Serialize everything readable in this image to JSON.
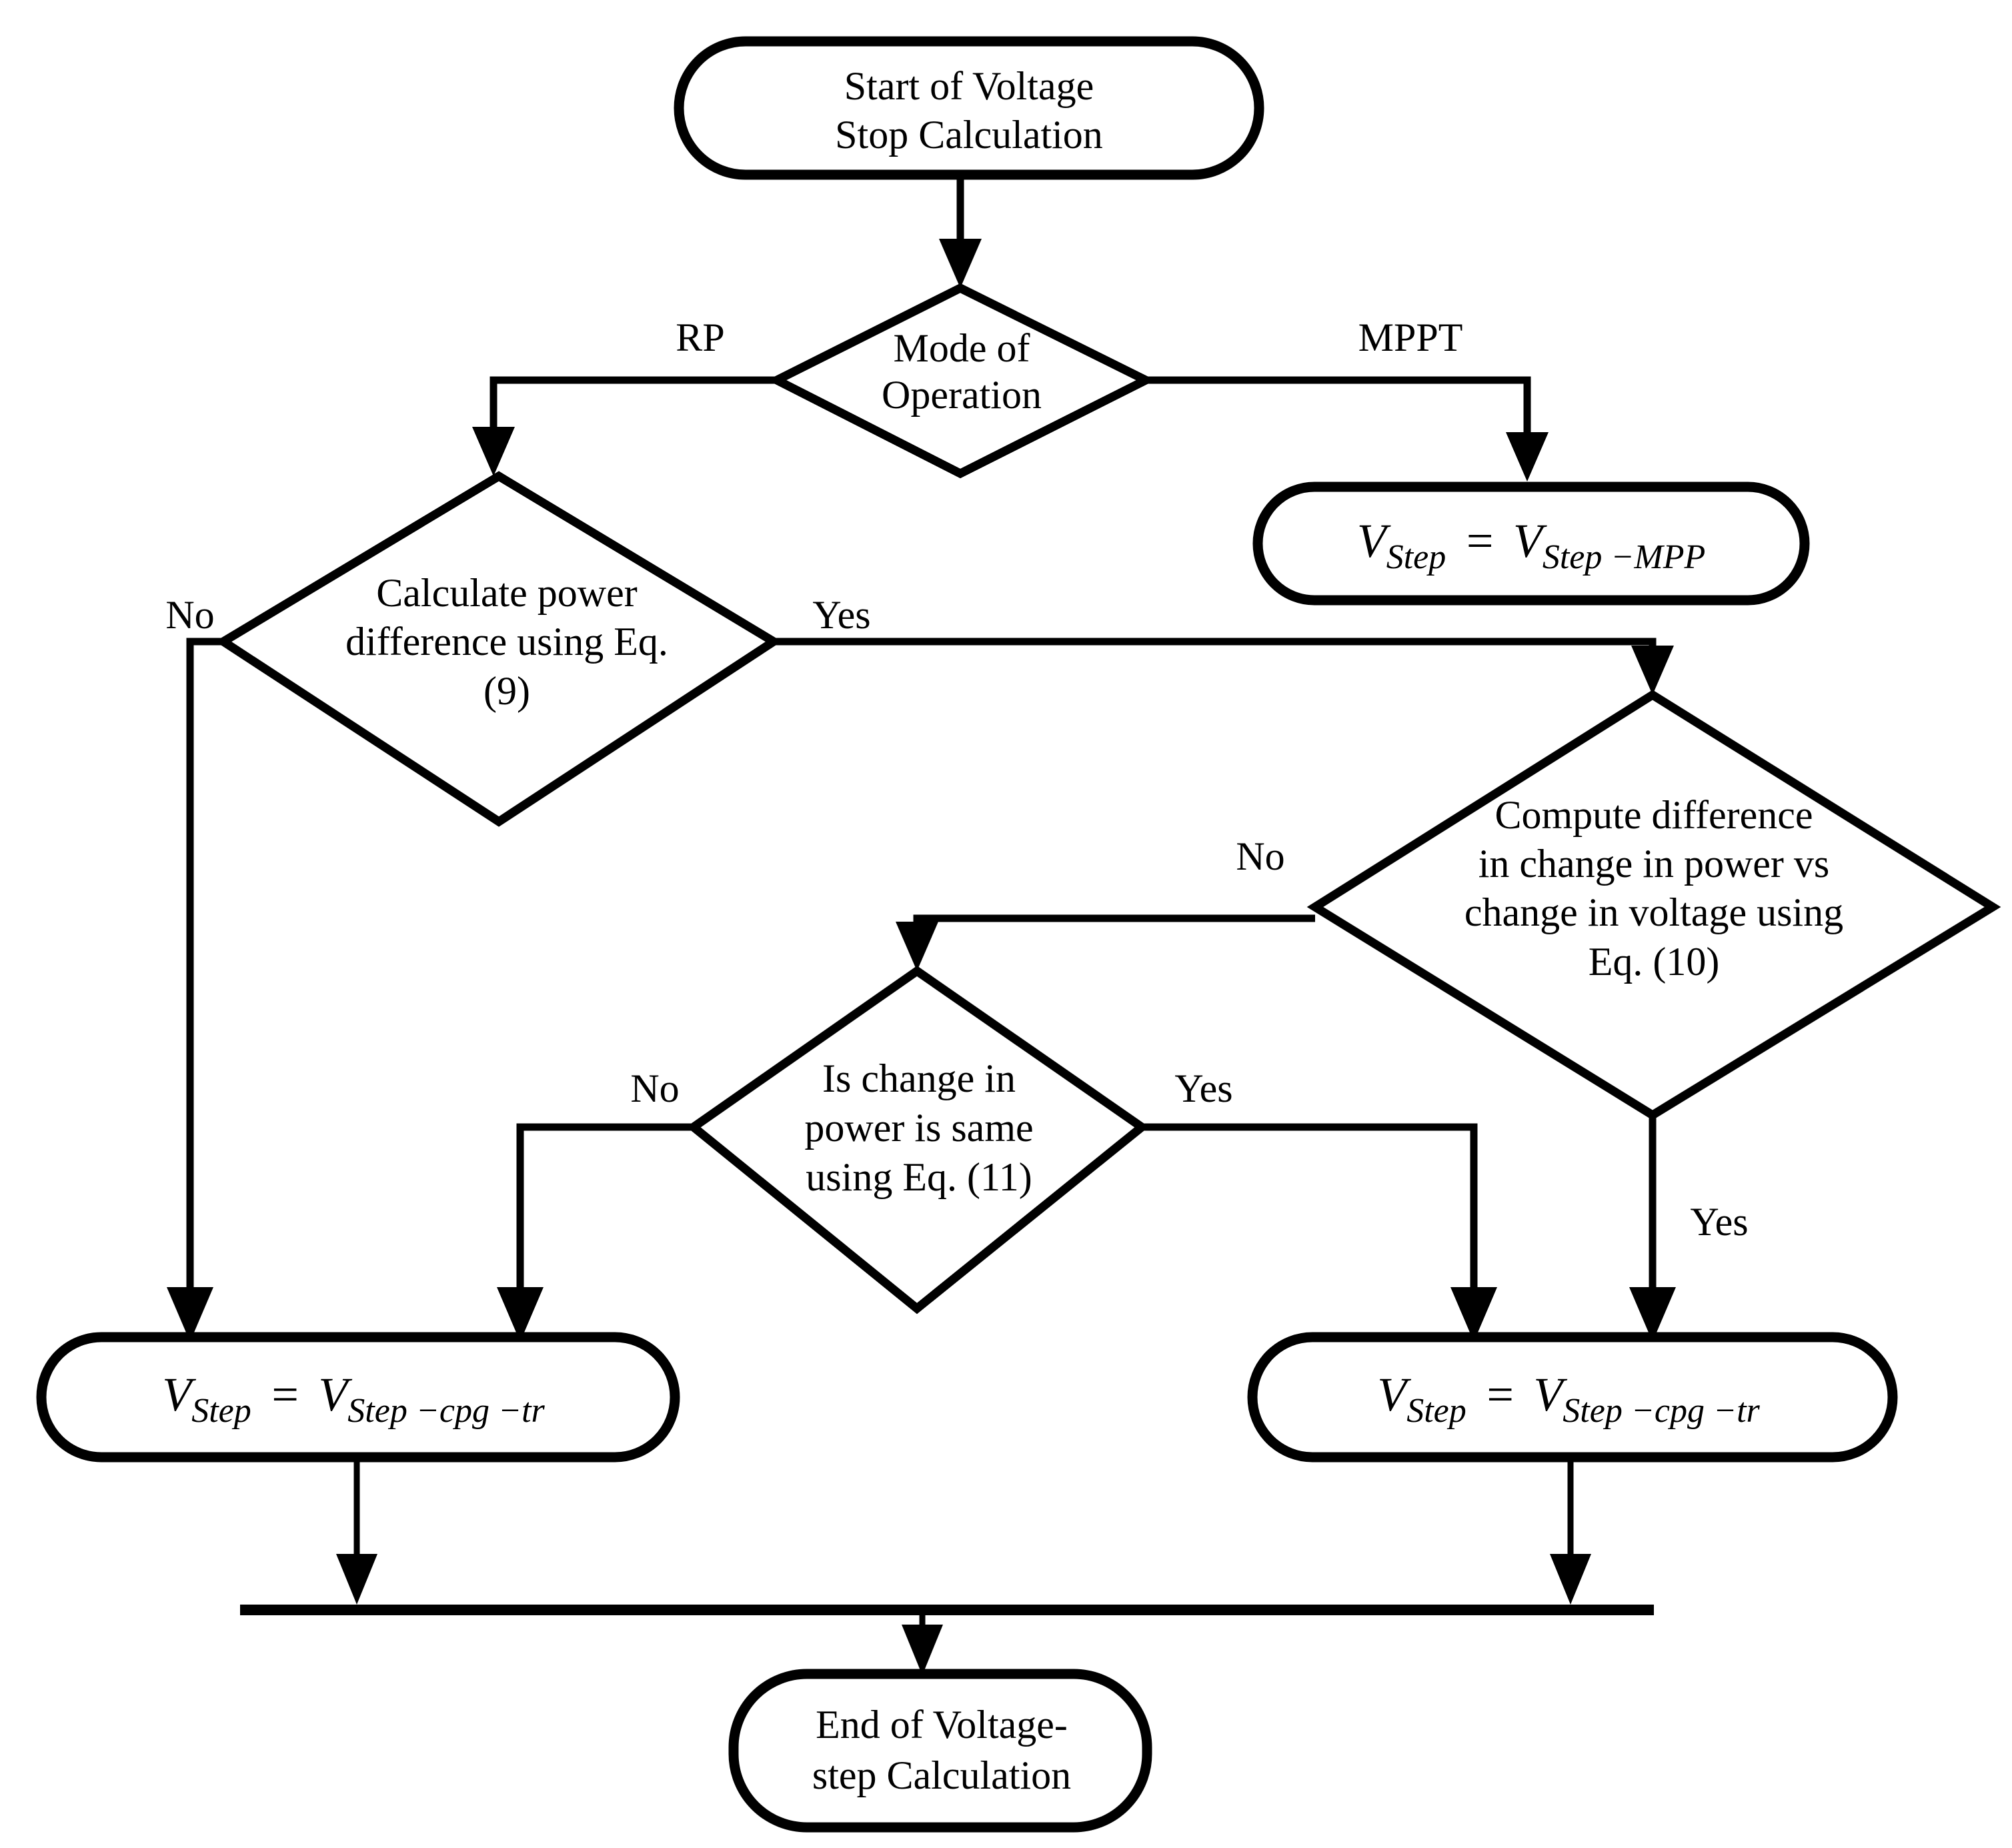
{
  "diagram": {
    "title": "Voltage Step Calculation Flowchart",
    "type": "flowchart",
    "background_color": "#ffffff",
    "line_color": "#000000",
    "text_color": "#000000"
  },
  "nodes": {
    "start": {
      "shape": "terminator",
      "line1": "Start of Voltage",
      "line2": "Stop Calculation"
    },
    "mode": {
      "shape": "decision",
      "line1": "Mode of",
      "line2": "Operation"
    },
    "vstep_mpp": {
      "shape": "terminator",
      "var": "V",
      "var_sub": "Step",
      "eq": "=",
      "rhs": "V",
      "rhs_sub": "Step −MPP"
    },
    "calc_power_diff": {
      "shape": "decision",
      "line1": "Calculate power",
      "line2": "difference using Eq.",
      "line3": "(9)"
    },
    "compute_diff": {
      "shape": "decision",
      "line1": "Compute difference",
      "line2": "in change in power vs",
      "line3": "change in voltage using",
      "line4": "Eq. (10)"
    },
    "is_change_same": {
      "shape": "decision",
      "line1": "Is change in",
      "line2": "power is same",
      "line3": "using Eq. (11)"
    },
    "vstep_cpg_tr_left": {
      "shape": "terminator",
      "var": "V",
      "var_sub": "Step",
      "eq": "=",
      "rhs": "V",
      "rhs_sub": "Step −cpg −tr"
    },
    "vstep_cpg_tr_right": {
      "shape": "terminator",
      "var": "V",
      "var_sub": "Step",
      "eq": "=",
      "rhs": "V",
      "rhs_sub": "Step −cpg −tr"
    },
    "end": {
      "shape": "terminator",
      "line1": "End of Voltage-",
      "line2": "step Calculation"
    }
  },
  "edge_labels": {
    "rp": "RP",
    "mppt": "MPPT",
    "calc_no": "No",
    "calc_yes": "Yes",
    "compute_no": "No",
    "compute_yes": "Yes",
    "same_no": "No",
    "same_yes": "Yes"
  }
}
